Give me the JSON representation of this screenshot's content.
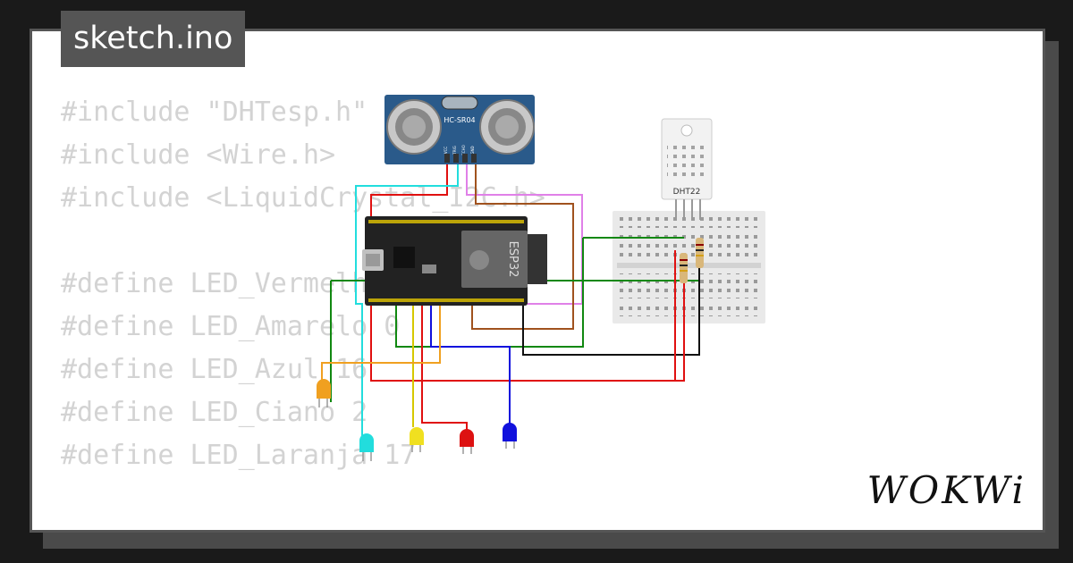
{
  "file_tab": {
    "name": "sketch.ino"
  },
  "code_lines": [
    "#include \"DHTesp.h\"",
    "#include <Wire.h>",
    "#include <LiquidCrystal_I2C.h>",
    "",
    "#define LED_Vermelho 5",
    "#define LED_Amarelo 0",
    "#define LED_Azul 16",
    "#define LED_Ciano 2",
    "#define LED_Laranja 17"
  ],
  "components": {
    "ultrasonic": {
      "label": "HC-SR04",
      "pins": [
        "VCC",
        "TRIG",
        "ECHO",
        "GND"
      ]
    },
    "mcu": {
      "label": "ESP32"
    },
    "sensor": {
      "label": "DHT22"
    }
  },
  "brand": {
    "name": "WOKWi"
  },
  "colors": {
    "red_wire": "#e01010",
    "cyan_wire": "#22dddd",
    "pink_wire": "#e080e8",
    "brown_wire": "#a0521e",
    "green_wire": "#118811",
    "black_wire": "#111111",
    "blue_wire": "#1010dd",
    "yellow_wire": "#d6c800",
    "orange_wire": "#f0a020",
    "board": "#222222",
    "sensor_body": "#2a5a8a"
  }
}
